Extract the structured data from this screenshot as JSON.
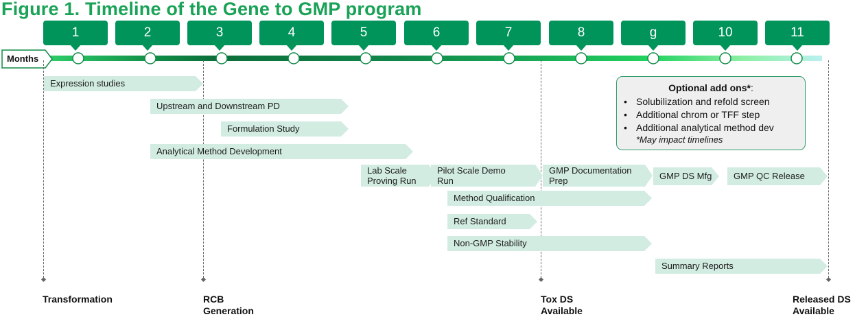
{
  "title": "Figure 1. Timeline of the Gene to GMP program",
  "months_label": "Months",
  "months": [
    "1",
    "2",
    "3",
    "4",
    "5",
    "6",
    "7",
    "8",
    "g",
    "10",
    "11"
  ],
  "bars": [
    {
      "label": "Expression studies"
    },
    {
      "label": "Upstream and Downstream PD"
    },
    {
      "label": "Formulation Study"
    },
    {
      "label": "Analytical Method Development"
    },
    {
      "label": "Lab Scale Proving Run"
    },
    {
      "label": "Pilot Scale Demo Run"
    },
    {
      "label": "GMP Documentation Prep"
    },
    {
      "label": "GMP DS Mfg"
    },
    {
      "label": "GMP QC Release"
    },
    {
      "label": "Method Qualification"
    },
    {
      "label": "Ref Standard"
    },
    {
      "label": "Non-GMP Stability"
    },
    {
      "label": "Summary Reports"
    }
  ],
  "optional": {
    "heading": "Optional add ons*",
    "heading_suffix": ":",
    "items": [
      "Solubilization and refold screen",
      "Additional chrom or TFF step",
      "Additional analytical method dev"
    ],
    "note": "*May impact timelines"
  },
  "milestones": [
    {
      "line1": "Transformation",
      "line2": ""
    },
    {
      "line1": "RCB",
      "line2": "Generation"
    },
    {
      "line1": "Tox DS",
      "line2": "Available"
    },
    {
      "line1": "Released DS",
      "line2": "Available"
    }
  ],
  "colors": {
    "title": "#1aa257",
    "month_box": "#00945a",
    "bar": "#d2ece1",
    "box_border": "#2e9e6a"
  }
}
